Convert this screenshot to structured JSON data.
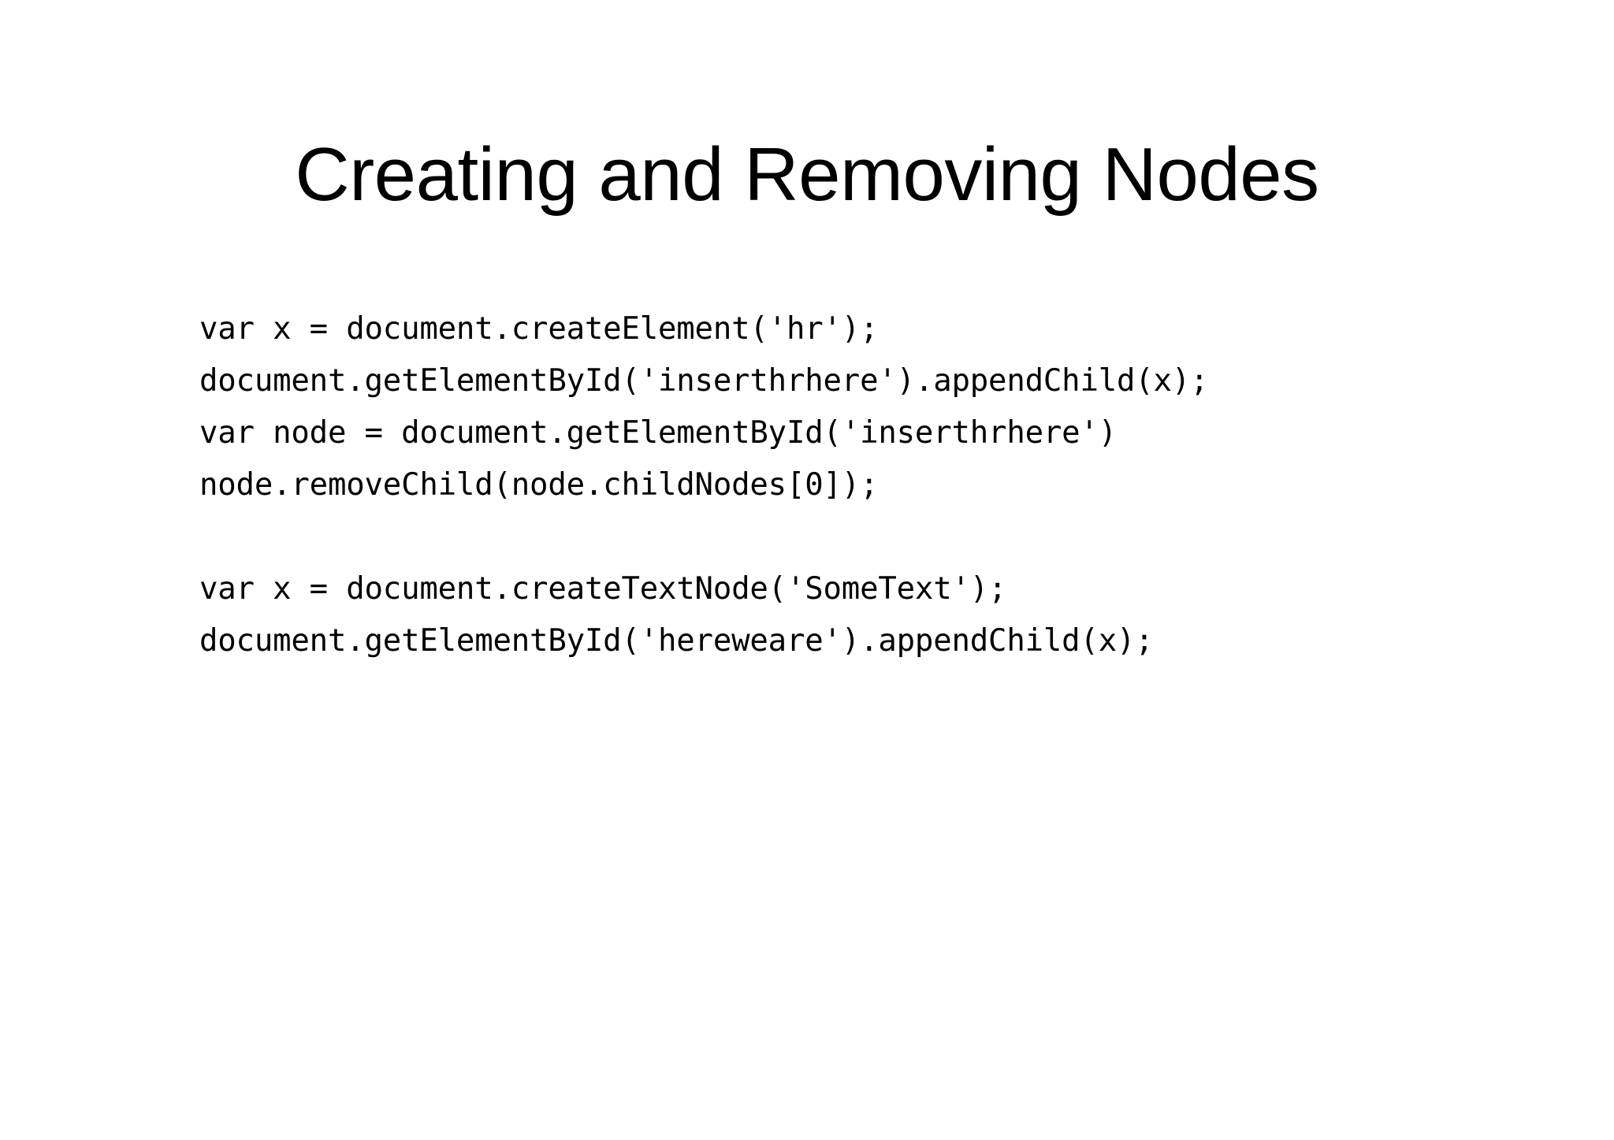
{
  "slide": {
    "background_color": "#ffffff",
    "text_color": "#000000",
    "title": "Creating and Removing Nodes"
  },
  "code": {
    "lines": [
      {
        "id": "line-1",
        "text": "var x = document.createElement('hr');",
        "blank": false
      },
      {
        "id": "line-2",
        "text": "document.getElementById('inserthrhere').appendChild(x);",
        "blank": false
      },
      {
        "id": "line-3",
        "text": "var node = document.getElementById('inserthrhere')",
        "blank": false
      },
      {
        "id": "line-4",
        "text": "node.removeChild(node.childNodes[0]);",
        "blank": false
      },
      {
        "id": "line-5",
        "text": "",
        "blank": true
      },
      {
        "id": "line-6",
        "text": "var x = document.createTextNode('SomeText');",
        "blank": false
      },
      {
        "id": "line-7",
        "text": "document.getElementById('hereweare').appendChild(x);",
        "blank": false
      }
    ]
  }
}
